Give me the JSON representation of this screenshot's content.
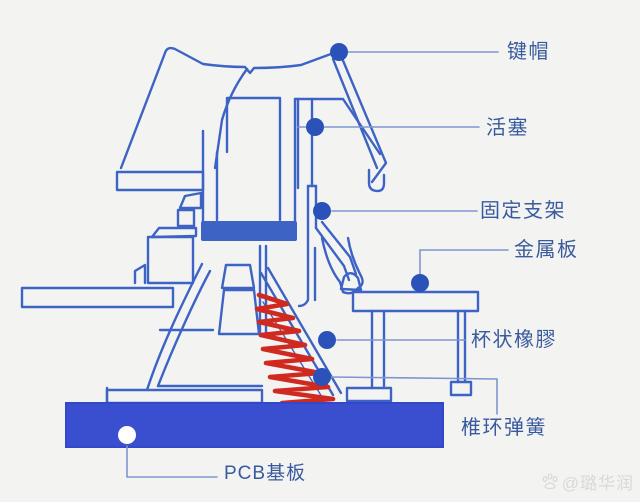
{
  "diagram": {
    "labels": [
      {
        "id": "keycap",
        "text": "键帽"
      },
      {
        "id": "piston",
        "text": "活塞"
      },
      {
        "id": "fixed_bracket",
        "text": "固定支架"
      },
      {
        "id": "metal_plate",
        "text": "金属板"
      },
      {
        "id": "cup_rubber",
        "text": "杯状橡膠"
      },
      {
        "id": "cone_ring_spring",
        "text": "椎环弹簧"
      },
      {
        "id": "pcb_base",
        "text": "PCB基板"
      }
    ],
    "colors": {
      "background": "#f3f4f2",
      "outline_blue": "#3d63c5",
      "callout_line": "#7e95cf",
      "callout_dot": "#2a52b8",
      "pcb_fill": "#3a4ed0",
      "pcb_stroke": "#3347c9",
      "spring_red": "#d02a20",
      "label_text": "#3a5a9e"
    },
    "watermark": {
      "icon": "baidu-paw-icon",
      "text": "@璐华润"
    }
  }
}
